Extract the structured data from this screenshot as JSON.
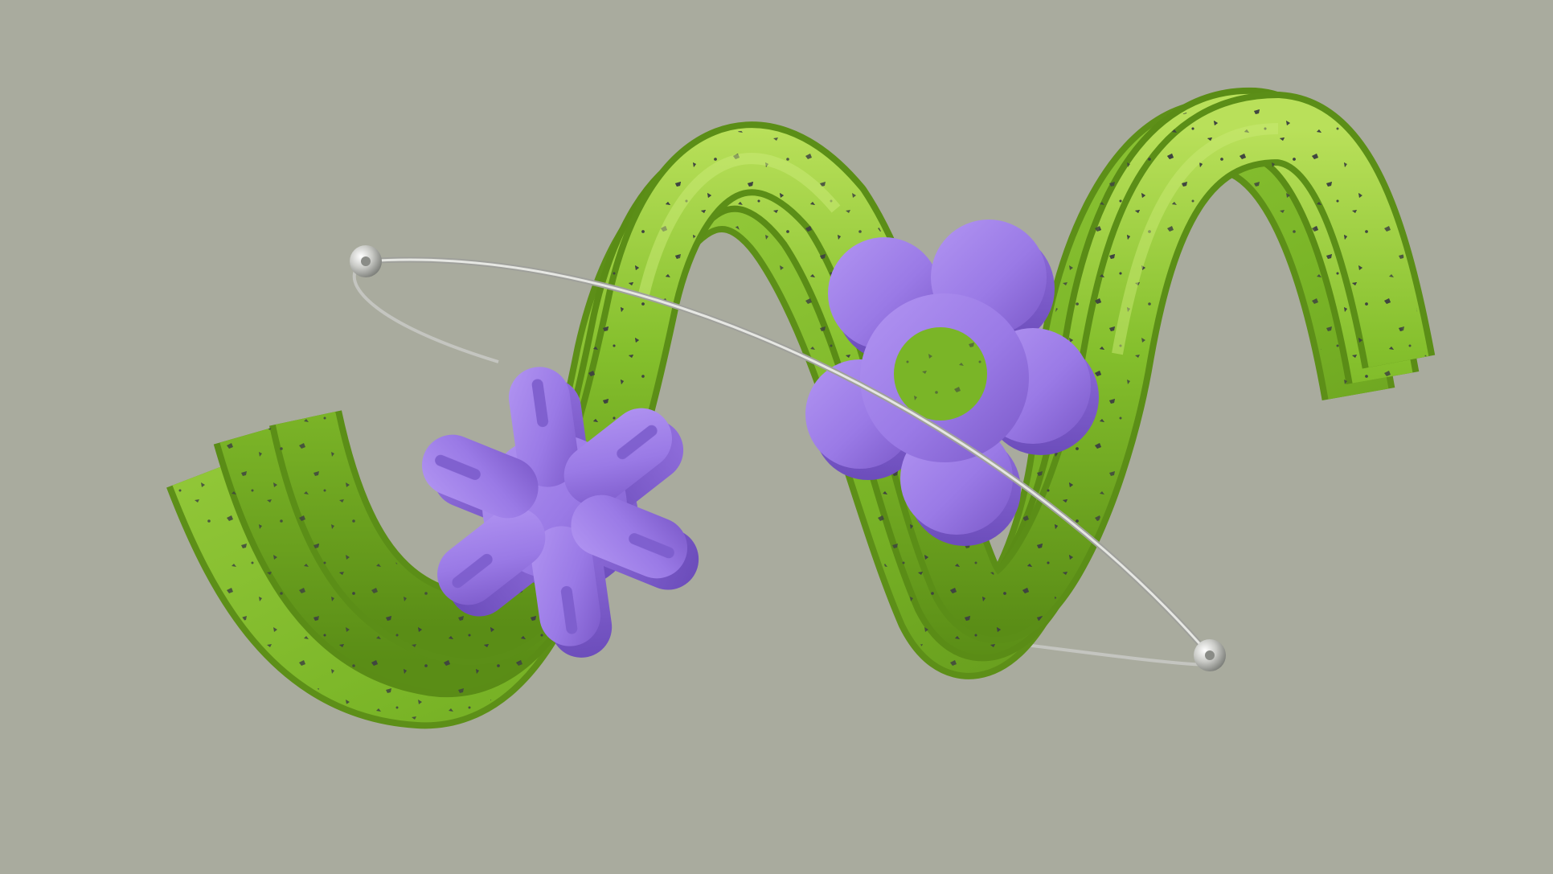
{
  "scene": {
    "background_color": "#a9ab9e",
    "tube_color": "#7bb52a",
    "tube_highlight": "#b4dc52",
    "tube_shadow": "#4f7d14",
    "speck_color": "#3f4440",
    "asterisk_color": "#9a7ae6",
    "flower_color": "#a483ec",
    "ring_color": "#cfd0cc",
    "objects": [
      {
        "name": "green-triple-tube-wave",
        "kind": "tube"
      },
      {
        "name": "purple-asterisk",
        "kind": "shape"
      },
      {
        "name": "purple-flower",
        "kind": "shape"
      },
      {
        "name": "metal-ring",
        "kind": "ring"
      }
    ]
  }
}
